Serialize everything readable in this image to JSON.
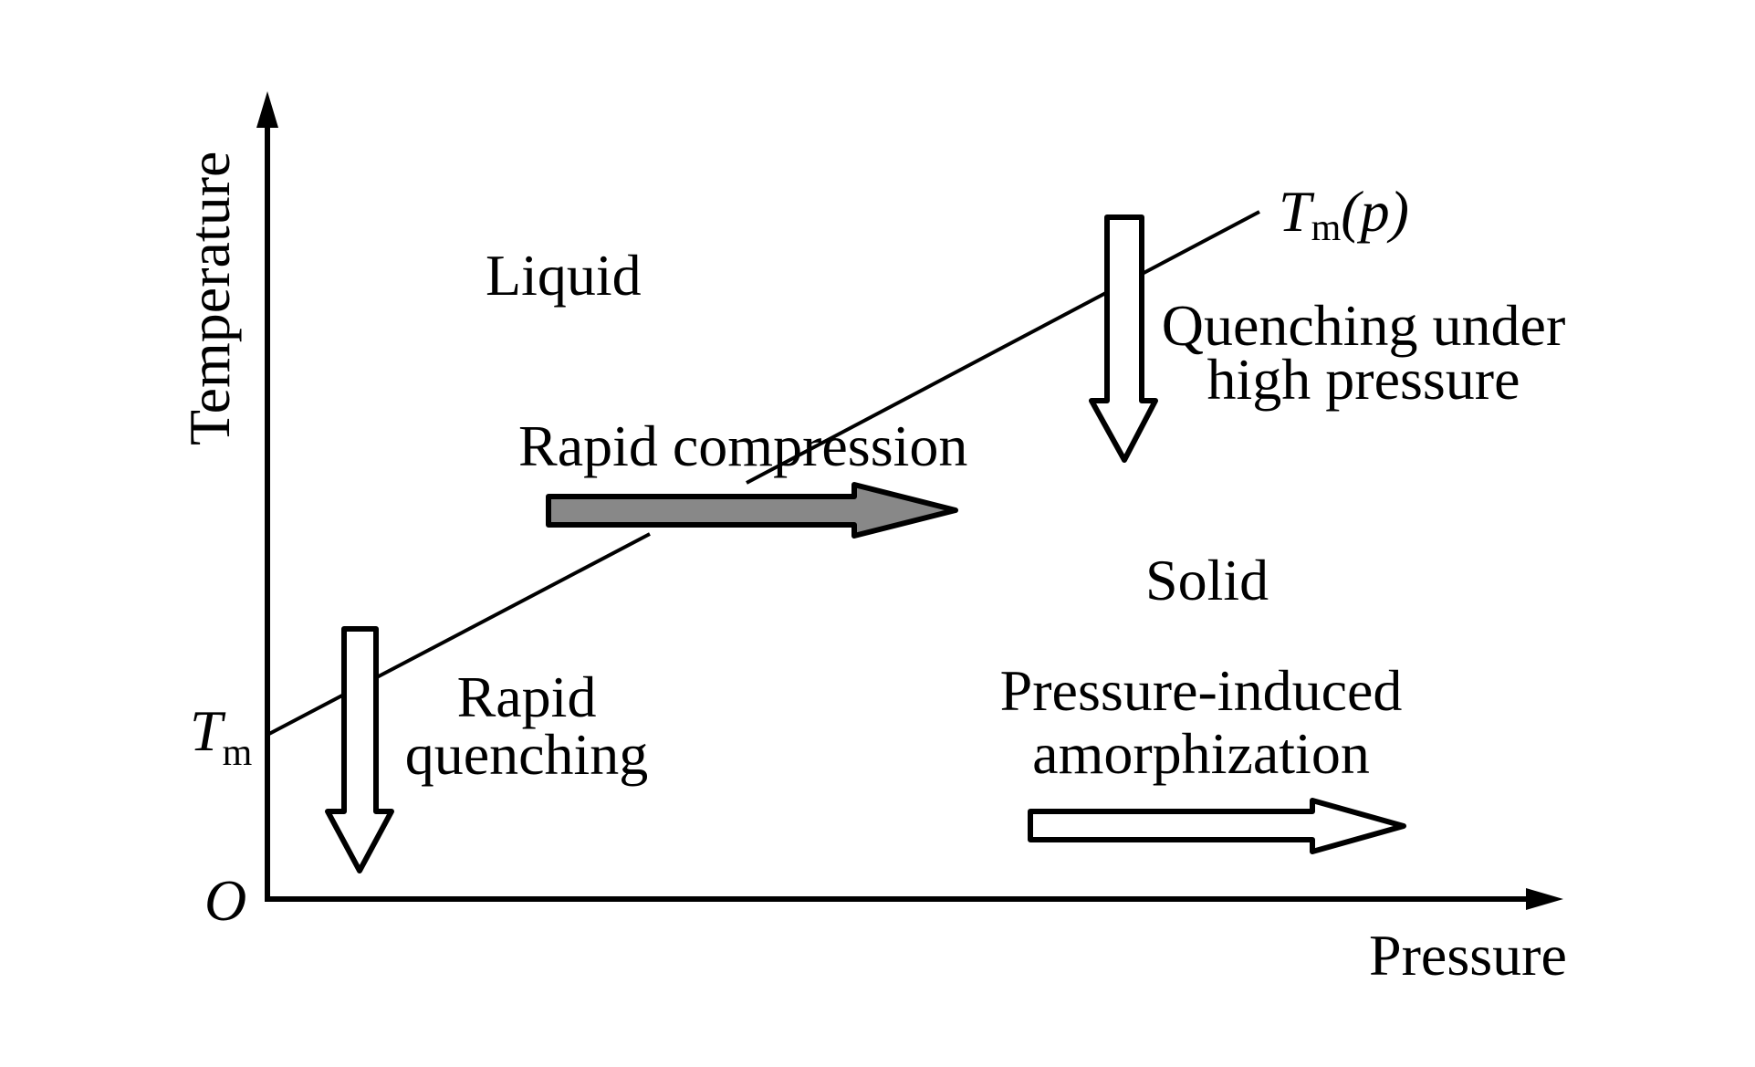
{
  "diagram": {
    "type": "phase-diagram",
    "axes": {
      "x_label": "Pressure",
      "y_label": "Temperature",
      "origin_label": "O",
      "y_intercept_label": {
        "symbol": "T",
        "subscript": "m"
      }
    },
    "melting_curve": {
      "label": {
        "symbol": "T",
        "subscript": "m",
        "argument": "(p)"
      },
      "description": "melting temperature increases linearly with pressure"
    },
    "regions": {
      "liquid": "Liquid",
      "solid": "Solid"
    },
    "processes": [
      {
        "id": "rapid-quenching",
        "lines": [
          "Rapid",
          "quenching"
        ],
        "direction": "down",
        "style": "outline"
      },
      {
        "id": "rapid-compression",
        "lines": [
          "Rapid compression"
        ],
        "direction": "right",
        "style": "filled"
      },
      {
        "id": "quenching-high-pressure",
        "lines": [
          "Quenching under",
          "high pressure"
        ],
        "direction": "down",
        "style": "outline"
      },
      {
        "id": "pressure-induced-amorphization",
        "lines": [
          "Pressure-induced",
          "amorphization"
        ],
        "direction": "right",
        "style": "outline"
      }
    ],
    "colors": {
      "line": "#000000",
      "background": "#ffffff",
      "filled_arrow": "#888888",
      "outline_arrow_fill": "#ffffff"
    }
  }
}
